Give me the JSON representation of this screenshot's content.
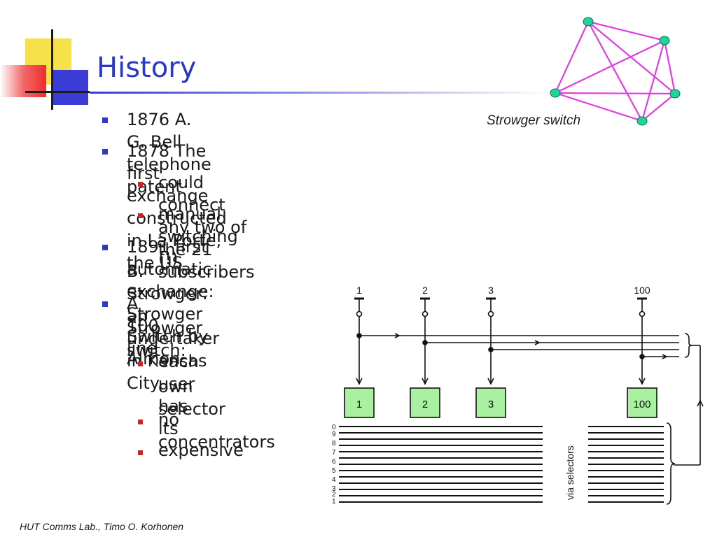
{
  "title": "History",
  "bullets": [
    {
      "text": "1876 A. G. Bell telephone patent"
    },
    {
      "text": "1878 The first exchange constructed in La Porte, the US"
    },
    {
      "text": "1891 first automatic exchange: Strowger Switch by Almon",
      "text2": "B. Strowger: an undertaker in Kansas City"
    },
    {
      "text": "A 100 line",
      "text2": "Strowger switch:"
    }
  ],
  "sub_bullets": [
    {
      "text": "could connect any two of the 21 subscribers"
    },
    {
      "text": "manual switching (!)"
    },
    {
      "text": "each user has its",
      "text2": "own selector"
    },
    {
      "text": "no concentrators"
    },
    {
      "text": "expensive"
    }
  ],
  "network_caption": "Strowger switch",
  "diagram": {
    "lines": [
      "1",
      "2",
      "3",
      "100"
    ],
    "contacts": [
      "0",
      "9",
      "8",
      "7",
      "6",
      "5",
      "4",
      "3",
      "2",
      "1"
    ],
    "selectors_label": "via selectors"
  },
  "footer": "HUT Comms Lab., Timo O. Korhonen",
  "colors": {
    "title": "#2b38c6",
    "bullet_level1": "#2b38c6",
    "bullet_level2": "#e21b1b",
    "network_edges": "#e23ce6",
    "network_nodes": "#1fd59a",
    "selector_boxes": "#a9f0a0"
  }
}
